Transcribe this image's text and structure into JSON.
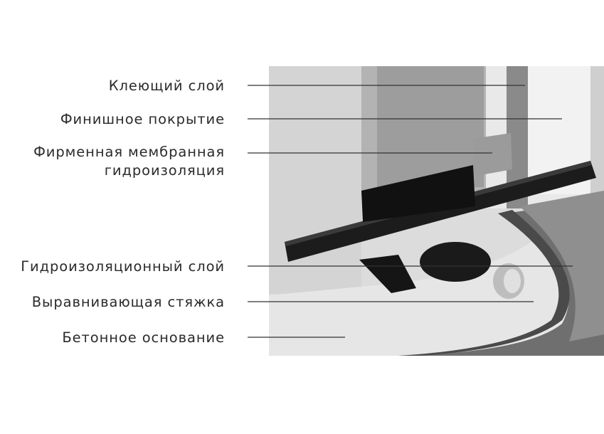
{
  "labels": [
    {
      "id": "adhesive",
      "text": "Клеющий слой"
    },
    {
      "id": "finish",
      "text": "Финишное покрытие"
    },
    {
      "id": "membrane",
      "line1": "Фирменная мембранная",
      "line2": "гидроизоляция"
    },
    {
      "id": "waterproof",
      "text": "Гидроизоляционный слой"
    },
    {
      "id": "screed",
      "text": "Выравнивающая стяжка"
    },
    {
      "id": "base",
      "text": "Бетонное основание"
    }
  ],
  "colors": {
    "text": "#2b2b2b",
    "leader": "#333333",
    "channel": "#1c1c1c",
    "wall": "#dcdcdc",
    "screed": "#6f6f6f",
    "base": "#e6e6e6"
  }
}
